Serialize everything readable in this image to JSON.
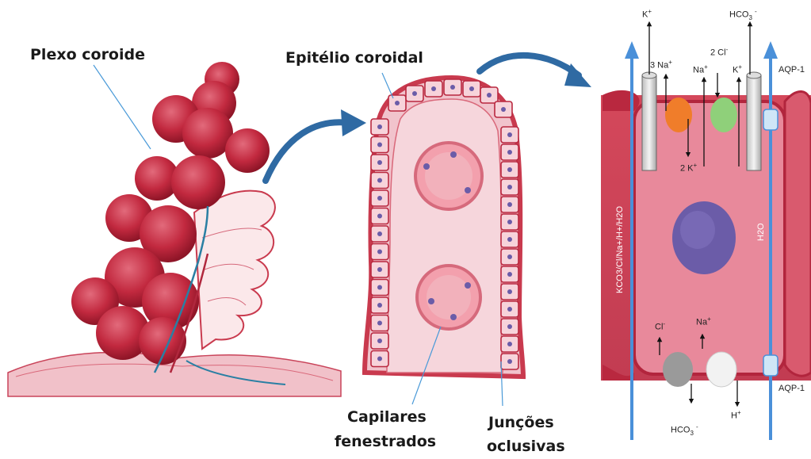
{
  "labels": {
    "plexo": "Plexo coroide",
    "epitelio": "Epitélio coroidal",
    "capilares_1": "Capilares",
    "capilares_2": "fenestrados",
    "juncoes_1": "Junções",
    "juncoes_2": "oclusivas"
  },
  "ions": {
    "k_top": "K",
    "hco3_top": "HCO",
    "na3": "3 Na",
    "na_pump": "Na",
    "cl2": "2 Cl",
    "k_pump": "K",
    "k2": "2 K",
    "aqp_top": "AQP-1",
    "aqp_bottom": "AQP-1",
    "cl_bottom": "Cl",
    "na_bottom": "Na",
    "hco3_bottom": "HCO",
    "h_bottom": "H",
    "kco3_vertical": "KCO3/Cl/Na+/H+/H2O",
    "h2o_vertical": "H2O"
  },
  "colors": {
    "tissue": "#c93a4e",
    "tissue_light": "#f3c7cf",
    "arrow_blue": "#2f6aa3",
    "water_blue": "#4a90d9",
    "nucleus": "#6b5ca8",
    "pump_orange": "#f07d2a",
    "pump_green": "#8fd07a",
    "pump_grey": "#9a9a9a"
  }
}
